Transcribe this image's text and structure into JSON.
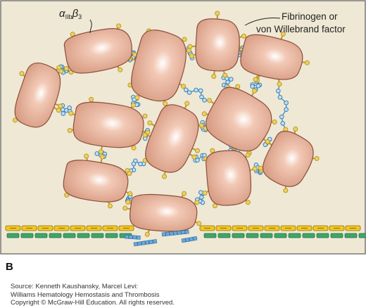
{
  "figure": {
    "labels": {
      "integrin": {
        "alpha": "α",
        "alpha_sub": "IIb",
        "beta": "β",
        "beta_sub": "3"
      },
      "ligand_line1": "Fibrinogen or",
      "ligand_line2": "von Willebrand factor"
    },
    "panel_letter": "B",
    "colors": {
      "background": "#efe8d4",
      "border": "#5a5a5a",
      "platelet_fill": "#d99e85",
      "platelet_edge": "#8a4f3c",
      "receptor_stem": "#b89a2a",
      "receptor_head": "#f0d060",
      "chain_node": "#bfe1f3",
      "chain_stroke": "#3a7fb5",
      "endothelium_yellow": "#f3c623",
      "endothelium_green": "#3ea66b",
      "collagen_blue": "#6aa8dc"
    }
  },
  "source": {
    "line1": "Source: Kenneth Kaushansky, Marcel Levi:",
    "line2": "Williams Hematology Hemostasis and Thrombosis",
    "line3": "Copyright © McGraw-Hill Education. All rights reserved."
  }
}
